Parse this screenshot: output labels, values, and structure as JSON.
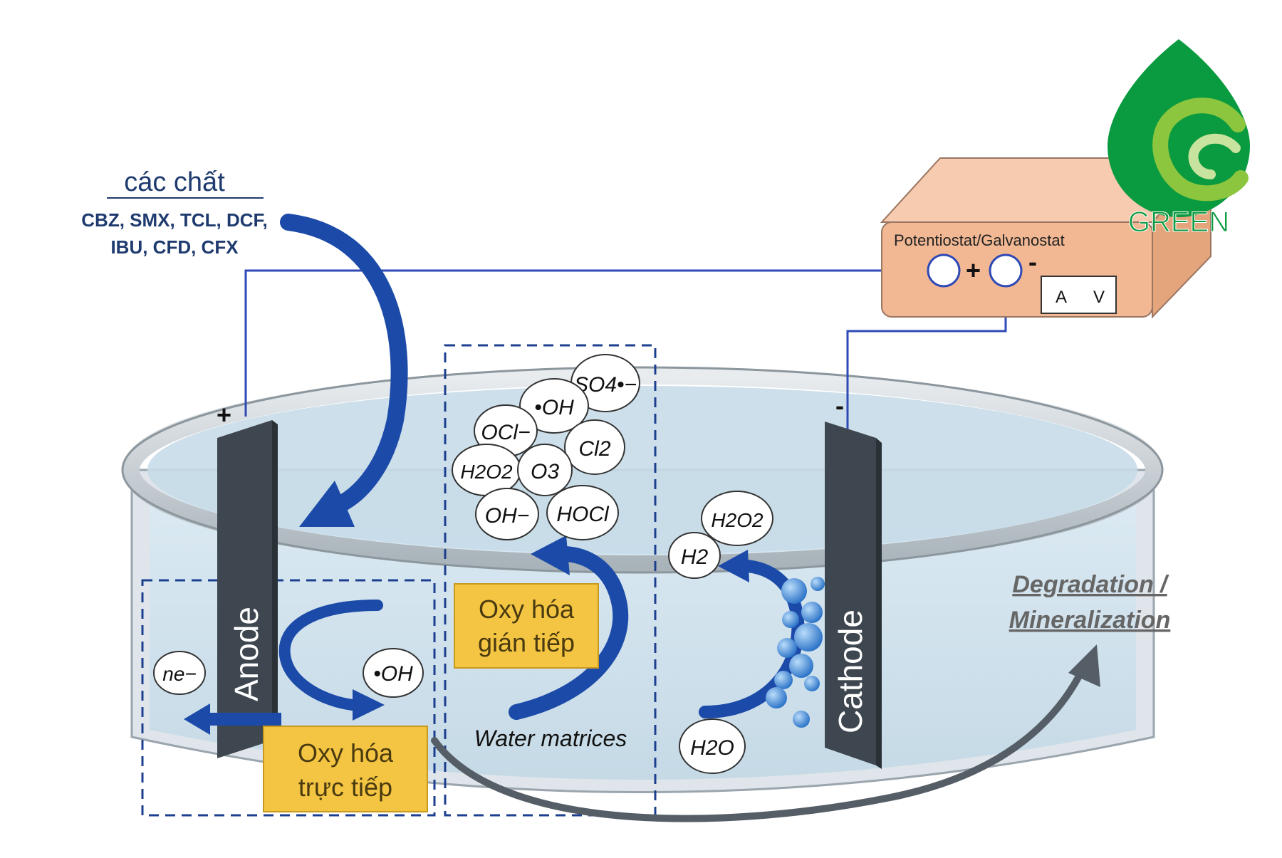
{
  "logo": {
    "text": "GREEN"
  },
  "inputs": {
    "heading": "các chất",
    "line1": "CBZ, SMX, TCL, DCF,",
    "line2": "IBU, CFD, CFX"
  },
  "power_supply": {
    "label": "Potentiostat/Galvanostat",
    "plus": "+",
    "minus": "-",
    "meter_a": "A",
    "meter_v": "V"
  },
  "electrodes": {
    "anode": "Anode",
    "cathode": "Cathode",
    "anode_sign": "+",
    "cathode_sign": "-"
  },
  "species": {
    "so4": "SO4•−",
    "oh_radical": "•OH",
    "ocl": "OCl−",
    "cl2": "Cl2",
    "h2o2": "H2O2",
    "o3": "O3",
    "oh_minus": "OH−",
    "hocl": "HOCl",
    "h2o2_cathode": "H2O2",
    "h2": "H2",
    "h2o": "H2O",
    "ne": "ne−",
    "oh_anode": "•OH"
  },
  "labels": {
    "indirect_line1": "Oxy hóa",
    "indirect_line2": "gián tiếp",
    "direct_line1": "Oxy hóa",
    "direct_line2": "trực tiếp",
    "water_matrices": "Water matrices",
    "degradation_line1": "Degradation /",
    "degradation_line2": "Mineralization"
  },
  "colors": {
    "arrow_blue": "#1c4aa8",
    "wire_blue": "#2f49b5",
    "label_yellow": "#f4c542",
    "supply_orange": "#f2b894",
    "electrode_dark": "#3e4750",
    "logo_green": "#0a9a3f",
    "logo_lime": "#8cc63f"
  }
}
